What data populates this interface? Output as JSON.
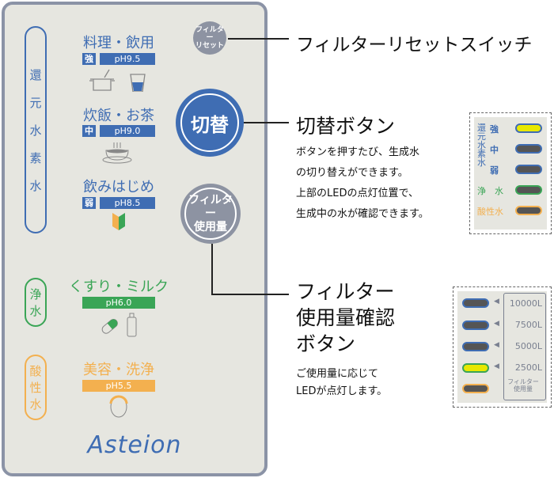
{
  "panel": {
    "reduced_label": [
      "還",
      "元",
      "水",
      "素",
      "水"
    ],
    "purified_label": [
      "浄",
      "水"
    ],
    "acidic_label": [
      "酸",
      "性",
      "水"
    ],
    "modes": [
      {
        "title": "料理・飲用",
        "level": "強",
        "ph": "pH9.5"
      },
      {
        "title": "炊飯・お茶",
        "level": "中",
        "ph": "pH9.0"
      },
      {
        "title": "飲みはじめ",
        "level": "弱",
        "ph": "pH8.5"
      },
      {
        "title": "くすり・ミルク",
        "ph": "pH6.0"
      },
      {
        "title": "美容・洗浄",
        "ph": "pH5.5"
      }
    ],
    "reset_button": [
      "フィルター",
      "リセット"
    ],
    "switch_button": "切替",
    "usage_button": [
      "フィルター",
      "使用量"
    ],
    "brand": "Asteion"
  },
  "annotations": {
    "reset": "フィルターリセットスイッチ",
    "switch_title": "切替ボタン",
    "switch_desc": [
      "ボタンを押すたび、生成水",
      "の切り替えができます。",
      "上部のLEDの点灯位置で、",
      "生成中の水が確認できます。"
    ],
    "usage_title": [
      "フィルター",
      "使用量確認",
      "ボタン"
    ],
    "usage_desc": [
      "ご使用量に応じて",
      "LEDが点灯します。"
    ]
  },
  "led_box1": {
    "reduced_label": "還元水素水",
    "rows": [
      {
        "label": "強",
        "lit": true
      },
      {
        "label": "中",
        "lit": false
      },
      {
        "label": "弱",
        "lit": false
      },
      {
        "label": "浄　水",
        "lit": false
      },
      {
        "label": "酸性水",
        "lit": false
      }
    ]
  },
  "led_box2": {
    "rows": [
      {
        "label": "10000L",
        "lit": false
      },
      {
        "label": "7500L",
        "lit": false
      },
      {
        "label": "5000L",
        "lit": false
      },
      {
        "label": "2500L",
        "lit": true
      }
    ],
    "caption": [
      "フィルター",
      "使用量"
    ]
  },
  "colors": {
    "blue": "#3f6db3",
    "green": "#3aa556",
    "orange": "#f3b04f",
    "gray": "#8d93a2",
    "led_on": "#e8e800"
  }
}
